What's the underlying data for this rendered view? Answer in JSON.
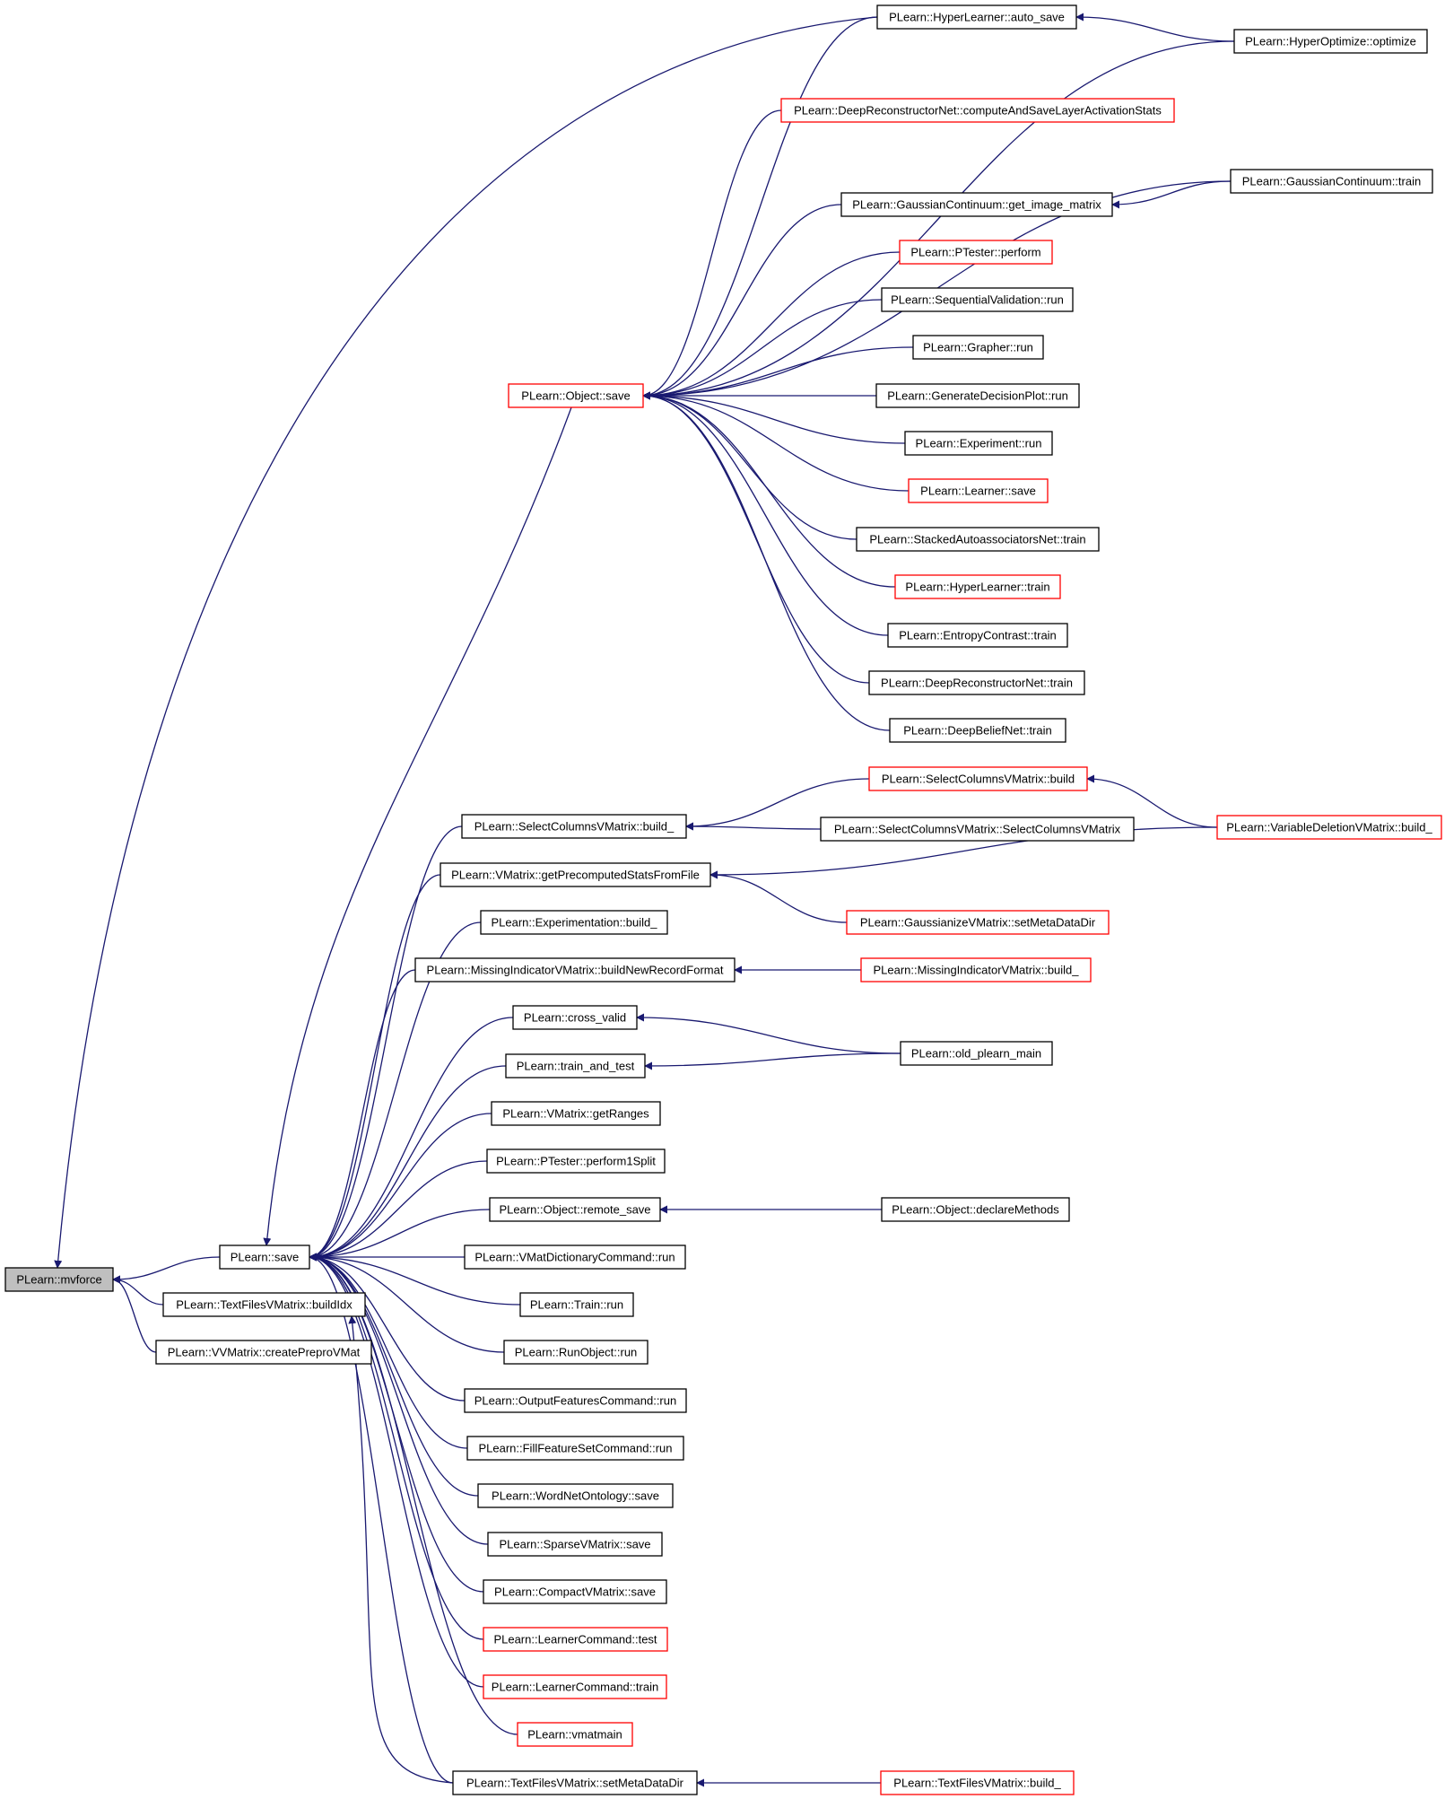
{
  "graph": {
    "nodes": {
      "mvforce": {
        "label": "PLearn::mvforce",
        "highlight": true
      },
      "save": {
        "label": "PLearn::save"
      },
      "tfv_buildIdx": {
        "label": "PLearn::TextFilesVMatrix::buildIdx"
      },
      "vv_prepro": {
        "label": "PLearn::VVMatrix::createPreproVMat"
      },
      "obj_save": {
        "label": "PLearn::Object::save",
        "red": true
      },
      "hl_auto_save": {
        "label": "PLearn::HyperLearner::auto_save"
      },
      "hyperopt": {
        "label": "PLearn::HyperOptimize::optimize"
      },
      "drn_compute": {
        "label": "PLearn::DeepReconstructorNet::computeAndSaveLayerActivationStats",
        "red": true
      },
      "gc_train": {
        "label": "PLearn::GaussianContinuum::train"
      },
      "gc_img": {
        "label": "PLearn::GaussianContinuum::get_image_matrix"
      },
      "ptester_perform": {
        "label": "PLearn::PTester::perform",
        "red": true
      },
      "seqval": {
        "label": "PLearn::SequentialValidation::run"
      },
      "grapher": {
        "label": "PLearn::Grapher::run"
      },
      "gdp": {
        "label": "PLearn::GenerateDecisionPlot::run"
      },
      "experiment": {
        "label": "PLearn::Experiment::run"
      },
      "learner_save": {
        "label": "PLearn::Learner::save",
        "red": true
      },
      "sanet": {
        "label": "PLearn::StackedAutoassociatorsNet::train"
      },
      "hl_train": {
        "label": "PLearn::HyperLearner::train",
        "red": true
      },
      "entropy": {
        "label": "PLearn::EntropyContrast::train"
      },
      "drn_train": {
        "label": "PLearn::DeepReconstructorNet::train"
      },
      "dbn": {
        "label": "PLearn::DeepBeliefNet::train"
      },
      "scv_build_": {
        "label": "PLearn::SelectColumnsVMatrix::build_"
      },
      "scv_build": {
        "label": "PLearn::SelectColumnsVMatrix::build",
        "red": true
      },
      "scv_ctor": {
        "label": "PLearn::SelectColumnsVMatrix::SelectColumnsVMatrix"
      },
      "vdv_build_": {
        "label": "PLearn::VariableDeletionVMatrix::build_",
        "red": true
      },
      "vm_getpre": {
        "label": "PLearn::VMatrix::getPrecomputedStatsFromFile"
      },
      "gauss_setmeta": {
        "label": "PLearn::GaussianizeVMatrix::setMetaDataDir",
        "red": true
      },
      "expmt_build": {
        "label": "PLearn::Experimentation::build_"
      },
      "miv_bnrf": {
        "label": "PLearn::MissingIndicatorVMatrix::buildNewRecordFormat"
      },
      "miv_build_": {
        "label": "PLearn::MissingIndicatorVMatrix::build_",
        "red": true
      },
      "cross_valid": {
        "label": "PLearn::cross_valid"
      },
      "old_main": {
        "label": "PLearn::old_plearn_main"
      },
      "train_test": {
        "label": "PLearn::train_and_test"
      },
      "getranges": {
        "label": "PLearn::VMatrix::getRanges"
      },
      "perform1split": {
        "label": "PLearn::PTester::perform1Split"
      },
      "remote_save": {
        "label": "PLearn::Object::remote_save"
      },
      "declare": {
        "label": "PLearn::Object::declareMethods"
      },
      "vmatdict": {
        "label": "PLearn::VMatDictionaryCommand::run"
      },
      "train_run": {
        "label": "PLearn::Train::run"
      },
      "runobj": {
        "label": "PLearn::RunObject::run"
      },
      "outfeat": {
        "label": "PLearn::OutputFeaturesCommand::run"
      },
      "fillfeat": {
        "label": "PLearn::FillFeatureSetCommand::run"
      },
      "wordnet": {
        "label": "PLearn::WordNetOntology::save"
      },
      "sparse": {
        "label": "PLearn::SparseVMatrix::save"
      },
      "compact": {
        "label": "PLearn::CompactVMatrix::save"
      },
      "lc_test": {
        "label": "PLearn::LearnerCommand::test",
        "red": true
      },
      "lc_train": {
        "label": "PLearn::LearnerCommand::train",
        "red": true
      },
      "vmatmain": {
        "label": "PLearn::vmatmain",
        "red": true
      },
      "tfv_setmeta": {
        "label": "PLearn::TextFilesVMatrix::setMetaDataDir"
      },
      "tfv_build_": {
        "label": "PLearn::TextFilesVMatrix::build_",
        "red": true
      }
    },
    "edges": [
      [
        "mvforce",
        "save"
      ],
      [
        "mvforce",
        "tfv_buildIdx"
      ],
      [
        "mvforce",
        "vv_prepro"
      ],
      [
        "mvforce",
        "hl_auto_save"
      ],
      [
        "hl_auto_save",
        "hyperopt"
      ],
      [
        "obj_save",
        "hl_auto_save"
      ],
      [
        "obj_save",
        "hyperopt"
      ],
      [
        "obj_save",
        "drn_compute"
      ],
      [
        "obj_save",
        "gc_train"
      ],
      [
        "obj_save",
        "gc_img"
      ],
      [
        "gc_img",
        "gc_train"
      ],
      [
        "obj_save",
        "ptester_perform"
      ],
      [
        "obj_save",
        "seqval"
      ],
      [
        "obj_save",
        "grapher"
      ],
      [
        "obj_save",
        "gdp"
      ],
      [
        "obj_save",
        "experiment"
      ],
      [
        "obj_save",
        "learner_save"
      ],
      [
        "obj_save",
        "sanet"
      ],
      [
        "obj_save",
        "hl_train"
      ],
      [
        "obj_save",
        "entropy"
      ],
      [
        "obj_save",
        "drn_train"
      ],
      [
        "obj_save",
        "dbn"
      ],
      [
        "save",
        "obj_save"
      ],
      [
        "save",
        "scv_build_"
      ],
      [
        "scv_build_",
        "scv_build"
      ],
      [
        "scv_build_",
        "scv_ctor"
      ],
      [
        "scv_build",
        "vdv_build_"
      ],
      [
        "save",
        "vm_getpre"
      ],
      [
        "vm_getpre",
        "vdv_build_"
      ],
      [
        "vm_getpre",
        "gauss_setmeta"
      ],
      [
        "save",
        "expmt_build"
      ],
      [
        "save",
        "miv_bnrf"
      ],
      [
        "miv_bnrf",
        "miv_build_"
      ],
      [
        "save",
        "cross_valid"
      ],
      [
        "cross_valid",
        "old_main"
      ],
      [
        "save",
        "train_test"
      ],
      [
        "train_test",
        "old_main"
      ],
      [
        "save",
        "getranges"
      ],
      [
        "save",
        "perform1split"
      ],
      [
        "save",
        "remote_save"
      ],
      [
        "remote_save",
        "declare"
      ],
      [
        "save",
        "vmatdict"
      ],
      [
        "save",
        "train_run"
      ],
      [
        "save",
        "runobj"
      ],
      [
        "save",
        "outfeat"
      ],
      [
        "save",
        "fillfeat"
      ],
      [
        "save",
        "wordnet"
      ],
      [
        "save",
        "sparse"
      ],
      [
        "save",
        "compact"
      ],
      [
        "save",
        "lc_test"
      ],
      [
        "save",
        "lc_train"
      ],
      [
        "save",
        "vmatmain"
      ],
      [
        "save",
        "tfv_setmeta"
      ],
      [
        "tfv_buildIdx",
        "tfv_setmeta"
      ],
      [
        "tfv_setmeta",
        "tfv_build_"
      ]
    ]
  }
}
